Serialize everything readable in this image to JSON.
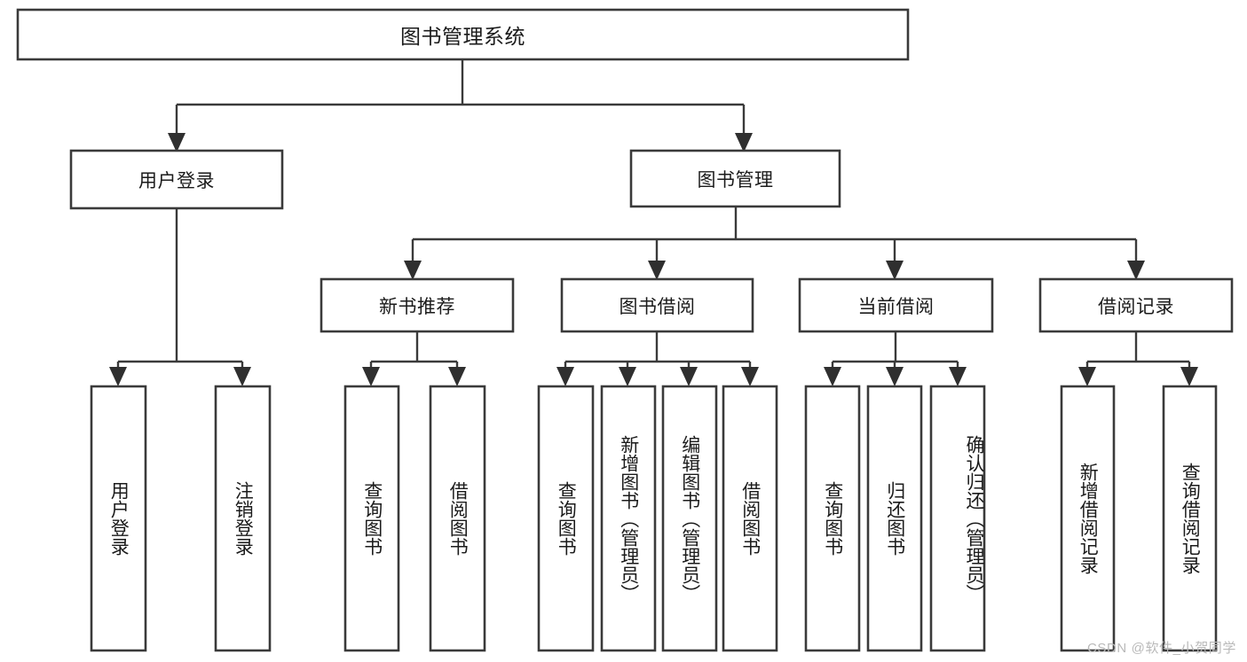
{
  "diagram": {
    "type": "tree-hierarchy",
    "title": "图书管理系统",
    "watermark": "CSDN @软件_小贺同学",
    "levels": {
      "root": "图书管理系统",
      "level2": [
        "用户登录",
        "图书管理"
      ],
      "level3": [
        "新书推荐",
        "图书借阅",
        "当前借阅",
        "借阅记录"
      ],
      "level4_groups": [
        {
          "parent": "用户登录",
          "children": [
            "用户登录",
            "注销登录"
          ]
        },
        {
          "parent": "新书推荐",
          "children": [
            "查询图书",
            "借阅图书"
          ]
        },
        {
          "parent": "图书借阅",
          "children": [
            "查询图书",
            "新增图书（管理员）",
            "编辑图书（管理员）",
            "借阅图书"
          ]
        },
        {
          "parent": "当前借阅",
          "children": [
            "查询图书",
            "归还图书",
            "确认归还（管理员）"
          ]
        },
        {
          "parent": "借阅记录",
          "children": [
            "新增借阅记录",
            "查询借阅记录"
          ]
        }
      ]
    },
    "nodes": {
      "root": {
        "label": "图书管理系统"
      },
      "user_login": {
        "label": "用户登录"
      },
      "book_manage": {
        "label": "图书管理"
      },
      "new_book_rec": {
        "label": "新书推荐"
      },
      "book_borrow": {
        "label": "图书借阅"
      },
      "current_borrow": {
        "label": "当前借阅"
      },
      "borrow_record": {
        "label": "借阅记录"
      },
      "leaf_user_login": {
        "label": "用户登录"
      },
      "leaf_logout": {
        "label": "注销登录"
      },
      "leaf_query_book_1": {
        "label": "查询图书"
      },
      "leaf_borrow_book_1": {
        "label": "借阅图书"
      },
      "leaf_query_book_2": {
        "label": "查询图书"
      },
      "leaf_add_book": {
        "label": "新增图书（管理员）"
      },
      "leaf_edit_book": {
        "label": "编辑图书（管理员）"
      },
      "leaf_borrow_book_2": {
        "label": "借阅图书"
      },
      "leaf_query_book_3": {
        "label": "查询图书"
      },
      "leaf_return_book": {
        "label": "归还图书"
      },
      "leaf_confirm_return": {
        "label": "确认归还（管理员）"
      },
      "leaf_add_record": {
        "label": "新增借阅记录"
      },
      "leaf_query_record": {
        "label": "查询借阅记录"
      }
    },
    "colors": {
      "box_stroke": "#3a3a3a",
      "box_fill": "#ffffff",
      "text": "#1b1b1b",
      "connector": "#3a3a3a",
      "watermark": "#b9b9b9",
      "background": "#ffffff"
    }
  }
}
